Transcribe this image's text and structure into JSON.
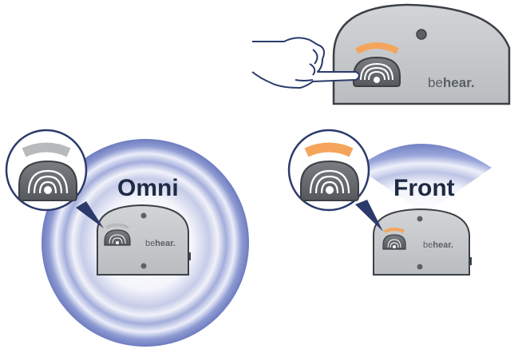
{
  "brand": {
    "prefix": "be",
    "suffix": "hear.",
    "logo_text": "behear."
  },
  "modes": {
    "omni": {
      "label": "Omni",
      "indicator_color": "#b7b9bb"
    },
    "front": {
      "label": "Front",
      "indicator_color": "#f5a45c"
    }
  },
  "colors": {
    "device_body": "#c7c9cb",
    "device_outline": "#3c4046",
    "button_face": "#6b6e73",
    "sound_wave_blue": "#7d8bc4",
    "callout_ring": "#2b3a6b",
    "active_indicator": "#f5a45c",
    "inactive_indicator": "#b7b9bb"
  },
  "icons": {
    "hand": "pointing-hand-icon",
    "mode_button": "mode-button-icon",
    "microphone_hole": "microphone-hole-icon"
  }
}
